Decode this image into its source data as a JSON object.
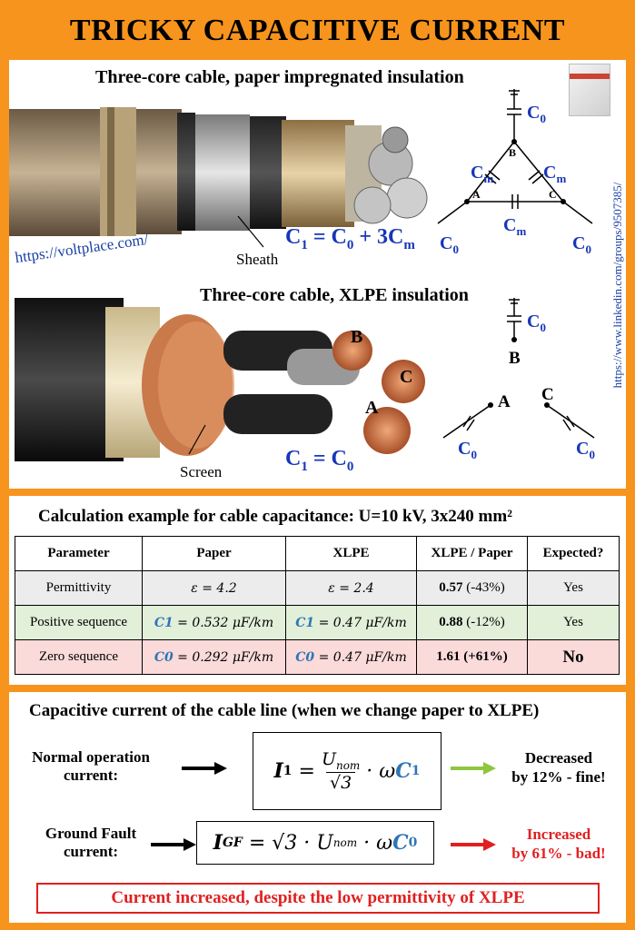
{
  "title": "TRICKY CAPACITIVE CURRENT",
  "top": {
    "paper_heading": "Three-core cable, paper impregnated insulation",
    "sheath_label": "Sheath",
    "url": "https://voltplace.com/",
    "paper_formula_left": "C",
    "paper_formula_text": "C1 = C0 + 3Cm",
    "xlpe_heading": "Three-core cable, XLPE insulation",
    "screen_label": "Screen",
    "xlpe_formula_text": "C1 = C0",
    "linkedin": "https://www.linkedin.com/groups/9507385/",
    "core_labels": [
      "B",
      "C",
      "A"
    ],
    "diagram_paper": {
      "c0": "C0",
      "cm": "Cm",
      "nodes": [
        "B",
        "A",
        "C"
      ]
    },
    "diagram_xlpe": {
      "c0": "C0",
      "nodes": [
        "B",
        "A",
        "C"
      ]
    }
  },
  "calc": {
    "heading": "Calculation example for cable capacitance: U=10 kV, 3x240 mm²",
    "headers": [
      "Parameter",
      "Paper",
      "XLPE",
      "XLPE / Paper",
      "Expected?"
    ],
    "rows": [
      {
        "param": "Permittivity",
        "paper": "ε = 4.2",
        "xlpe": "ε = 2.4",
        "ratio": "0.57",
        "ratio_pct": "(-43%)",
        "expected": "Yes"
      },
      {
        "param": "Positive sequence",
        "paper_sym": "C1",
        "paper": "= 0.532 μF/km",
        "xlpe_sym": "C1",
        "xlpe": "= 0.47 μF/km",
        "ratio": "0.88",
        "ratio_pct": "(-12%)",
        "expected": "Yes"
      },
      {
        "param": "Zero sequence",
        "paper_sym": "C0",
        "paper": "= 0.292 μF/km",
        "xlpe_sym": "C0",
        "xlpe": "= 0.47 μF/km",
        "ratio": "1.61",
        "ratio_pct": "(+61%)",
        "expected": "No"
      }
    ]
  },
  "current": {
    "heading": "Capacitive current of the cable line (when we change paper to XLPE)",
    "normal_label_1": "Normal operation",
    "normal_label_2": "current:",
    "normal_result_1": "Decreased",
    "normal_result_2": "by 12% - fine!",
    "gf_label_1": "Ground Fault",
    "gf_label_2": "current:",
    "gf_result_1": "Increased",
    "gf_result_2": "by 61% - bad!",
    "banner": "Current increased, despite the low permittivity of XLPE"
  },
  "colors": {
    "frame": "#f7941d",
    "blue": "#1736b8",
    "green_arrow": "#8dc63f",
    "red": "#e02020"
  }
}
